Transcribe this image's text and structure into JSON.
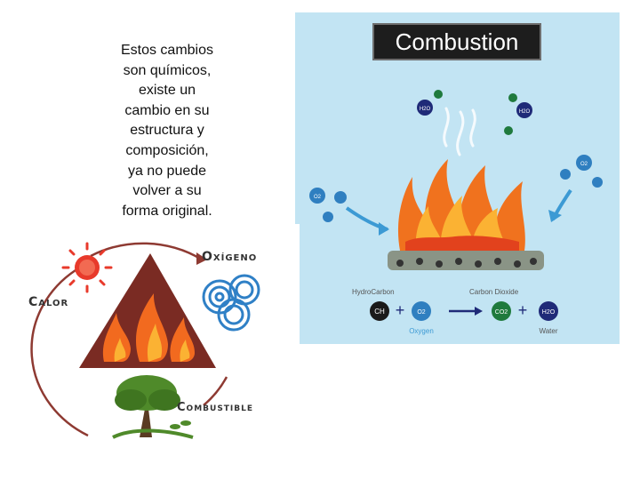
{
  "caption_lines": [
    "Estos cambios",
    "son químicos,",
    "existe un",
    "cambio en su",
    "estructura y",
    "composición,",
    "ya no puede",
    "volver a su",
    "forma original."
  ],
  "combustion": {
    "title": "Combustion",
    "labels": {
      "hydrocarbon": "HydroCarbon",
      "carbon_dioxide": "Carbon Dioxide",
      "oxygen": "Oxygen",
      "water": "Water"
    },
    "equation": {
      "ch": "CH",
      "plus1": "+",
      "o2": "O2",
      "co2": "CO2",
      "plus2": "+",
      "h2o": "H2O"
    },
    "molecules": {
      "o2": "O2",
      "h2o": "H2O",
      "co2": "CO2"
    },
    "colors": {
      "background": "#c2e4f3",
      "flame_outer": "#f0721e",
      "flame_inner": "#fbb233",
      "oxygen_blue": "#2f7fc0",
      "water_navy": "#1f2a78",
      "co2_green": "#1f7a3d",
      "arrow_navy": "#1f2a78",
      "arrow_light": "#3c9ad4"
    }
  },
  "fire_triangle": {
    "labels": {
      "heat": "Calor",
      "oxygen": "Oxígeno",
      "fuel": "Combustible"
    },
    "colors": {
      "triangle": "#7a2b23",
      "ring": "#8e3a32",
      "sun": "#e83a2b",
      "swirl": "#2f80c6",
      "tree": "#4f8a2a"
    }
  }
}
